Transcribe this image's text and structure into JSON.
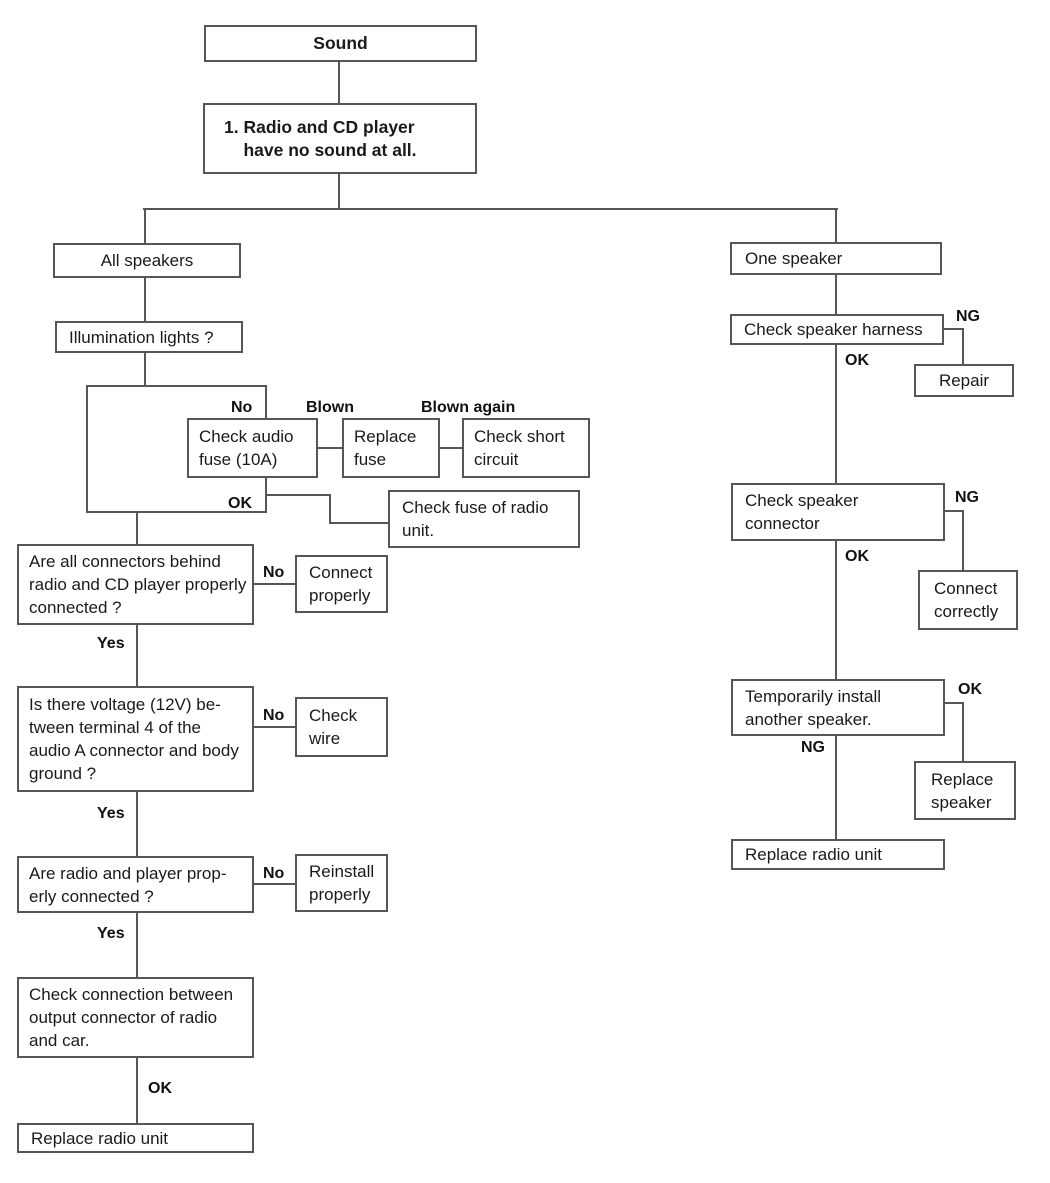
{
  "diagram": {
    "kind": "troubleshooting-flowchart",
    "title": "Sound"
  },
  "nodes": {
    "sound": "Sound",
    "problem": "1. Radio and CD player\n    have no sound at all.",
    "all_speakers": "All speakers",
    "illumination": "Illumination lights ?",
    "check_audio_fuse": "Check audio\nfuse (10A)",
    "replace_fuse": "Replace\nfuse",
    "check_short_circuit": "Check short\ncircuit",
    "check_fuse_radio": "Check fuse of radio\nunit.",
    "are_all_connectors": "Are all connectors behind\nradio and CD player properly\nconnected ?",
    "connect_properly": "Connect\nproperly",
    "voltage_check": "Is there voltage (12V) be-\ntween terminal 4 of the\naudio A connector and body\nground ?",
    "check_wire": "Check\nwire",
    "radio_player_connected": "Are radio and player prop-\nerly connected ?",
    "reinstall_properly": "Reinstall\nproperly",
    "check_connection": "Check connection between\noutput connector of radio\nand car.",
    "replace_radio_left": "Replace radio unit",
    "one_speaker": "One speaker",
    "check_harness": "Check speaker harness",
    "repair": "Repair",
    "check_connector": "Check speaker\nconnector",
    "connect_correctly": "Connect\ncorrectly",
    "temp_speaker": "Temporarily install\nanother speaker.",
    "replace_speaker": "Replace\nspeaker",
    "replace_radio_right": "Replace radio unit"
  },
  "edge_labels": {
    "no": "No",
    "yes": "Yes",
    "ok": "OK",
    "ng": "NG",
    "blown": "Blown",
    "blown_again": "Blown again"
  },
  "colors": {
    "line": "#565656",
    "text": "#1a1a1a",
    "background": "#ffffff"
  }
}
